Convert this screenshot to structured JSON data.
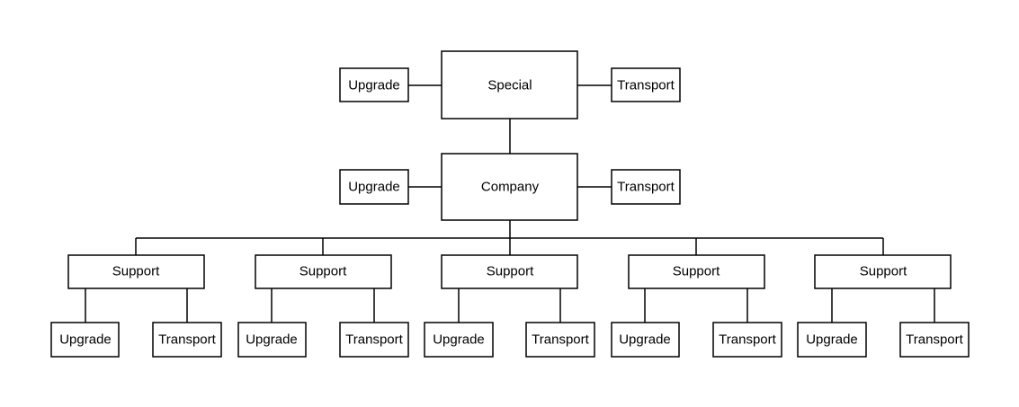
{
  "diagram": {
    "type": "org-chart",
    "colors": {
      "line": "#000000",
      "box_fill": "#ffffff",
      "text": "#000000"
    },
    "top": {
      "label": "Special",
      "left": "Upgrade",
      "right": "Transport"
    },
    "middle": {
      "label": "Company",
      "left": "Upgrade",
      "right": "Transport"
    },
    "branches": [
      {
        "label": "Support",
        "left": "Upgrade",
        "right": "Transport"
      },
      {
        "label": "Support",
        "left": "Upgrade",
        "right": "Transport"
      },
      {
        "label": "Support",
        "left": "Upgrade",
        "right": "Transport"
      },
      {
        "label": "Support",
        "left": "Upgrade",
        "right": "Transport"
      },
      {
        "label": "Support",
        "left": "Upgrade",
        "right": "Transport"
      }
    ]
  }
}
